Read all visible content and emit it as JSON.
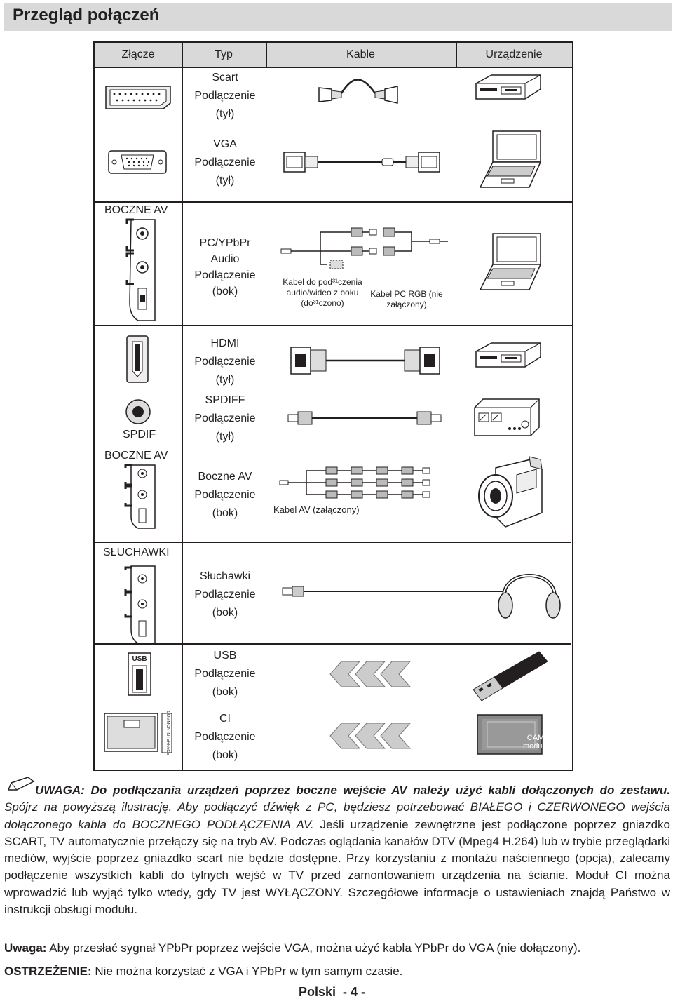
{
  "header": {
    "title": "Przegląd połączeń"
  },
  "table": {
    "columns": [
      "Złącze",
      "Typ",
      "Kable",
      "Urządzenie"
    ],
    "rows": [
      {
        "type": [
          "Scart",
          "Podłączenie",
          "(tył)"
        ]
      },
      {
        "type": [
          "VGA",
          "Podłączenie",
          "(tył)"
        ]
      },
      {
        "connector_label": "BOCZNE AV",
        "type": [
          "PC/YPbPr",
          "Audio",
          "Podłączenie",
          "(bok)"
        ],
        "cable_note_1": [
          "Kabel do pod³¹czenia",
          "audio/wideo z boku",
          "(do³¹czono)"
        ],
        "cable_note_2": [
          "Kabel PC RGB (nie",
          "załączony)"
        ]
      },
      {
        "type": [
          "HDMI",
          "Podłączenie",
          "(tył)"
        ]
      },
      {
        "connector_label": "SPDIF",
        "type": [
          "SPDIFF",
          "Podłączenie",
          "(tył)"
        ]
      },
      {
        "connector_label": "BOCZNE AV",
        "type": [
          "Boczne AV",
          "Podłączenie",
          "(bok)"
        ],
        "cable_note": "Kabel AV (załączony)"
      },
      {
        "connector_label": "SŁUCHAWKI",
        "type": [
          "Słuchawki",
          "Podłączenie",
          "(bok)"
        ]
      },
      {
        "connector_label": "USB",
        "type": [
          "USB",
          "Podłączenie",
          "(bok)"
        ]
      },
      {
        "connector_label": "COMMON INTERFACE",
        "type": [
          "CI",
          "Podłączenie",
          "(bok)"
        ],
        "device_label": [
          "CAM",
          "module"
        ]
      }
    ]
  },
  "notes": {
    "warning_prefix": "UWAGA",
    "warning_bold": ": Do podłączania urządzeń poprzez boczne wejście AV należy użyć kabli dołączonych do zestawu.",
    "warning_rest_1": " Spójrz na powyższą ilustrację.",
    "warning_rest_2": " Aby podłączyć dźwięk z PC, będziesz potrzebować BIAŁEGO i CZERWONEGO wejścia dołączonego kabla do BOCZNEGO PODŁĄCZENIA AV.",
    "warning_rest_3": " Jeśli urządzenie zewnętrzne jest podłączone poprzez gniazdko SCART, TV automatycznie przełączy się na tryb AV.",
    "warning_rest_4": " Podczas oglądania kanałów DTV (Mpeg4 H.264) lub w trybie przeglądarki mediów, wyjście poprzez gniazdko scart nie będzie dostępne.",
    "warning_rest_5": " Przy korzystaniu z montażu naściennego (opcja), zalecamy podłączenie wszystkich kabli do tylnych wejść w TV przed zamontowaniem urządzenia na ścianie.",
    "warning_rest_6": " Moduł CI można wprowadzić lub wyjąć tylko wtedy, gdy TV jest WYŁĄCZONY. Szczegółowe informacje o ustawieniach znajdą Państwo w instrukcji obsługi modułu.",
    "uwaga_label": "Uwaga:",
    "uwaga_text": " Aby przesłać sygnał YPbPr poprzez wejście VGA, można użyć kabla YPbPr do VGA (nie dołączony).",
    "ostrzezenie_label": "OSTRZEŻENIE:",
    "ostrzezenie_text": " Nie można korzystać z VGA i YPbPr w tym samym czasie."
  },
  "footer": {
    "text": "Polski  - 4 -"
  },
  "icons": [
    "pencil-note-icon",
    "scart-connector-icon",
    "vga-connector-icon",
    "laptop-icon",
    "dvd-player-icon",
    "hdmi-connector-icon",
    "spdif-jack-icon",
    "amplifier-icon",
    "camcorder-icon",
    "headphones-icon",
    "usb-port-icon",
    "usb-stick-icon",
    "ci-slot-icon",
    "cam-module-icon",
    "arrow-chevrons-icon"
  ]
}
